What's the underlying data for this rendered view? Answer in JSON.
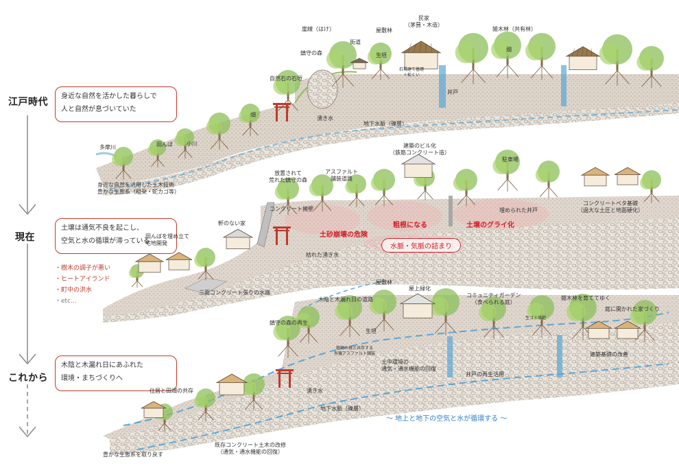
{
  "eras": {
    "edo": "江戸時代",
    "now": "現在",
    "future": "これから"
  },
  "notes": {
    "edo": [
      "身近な自然を活かした暮らしで",
      "人と自然が息づいていた"
    ],
    "now": [
      "土壌は通気不良を起こし、",
      "空気と水の循環が滞っている"
    ],
    "future": [
      "木陰と木漏れ日にあふれた",
      "環境・まちづくりへ"
    ]
  },
  "issues": [
    "・樹木の調子が悪い",
    "・ヒートアイランド",
    "・町中の洪水",
    "・etc..."
  ],
  "edo_labels": {
    "gake": "崖線（はけ）",
    "kaido": "街道",
    "yashikirin": "屋敷林",
    "minka": [
      "民家",
      "（茅葺・木造）"
    ],
    "zokibayashi": "雑木林（共有林）",
    "chinju": "鎮守の森",
    "ikegaki": "生垣",
    "ishigaki_kiso": [
      "石場建て基礎",
      "＋松くい"
    ],
    "hatake_top": "畑",
    "shizen_ishigaki": "自然石の石垣",
    "ido": "井戸",
    "hatake": "畑",
    "wakimizu": "湧き水",
    "chika_suimyaku": "地下水脈（礫層）",
    "tamboo": "田んぼ",
    "ogawa": "小川",
    "tamagawa": "多摩川",
    "doboku": [
      "身近な自然を活用した土木技術",
      "豊かな生態系（粗朶・蛇カゴ等）"
    ]
  },
  "now_labels": {
    "bldg": [
      "建築のビル化",
      "（鉄筋コンクリート造）"
    ],
    "parking": "駐車場",
    "hochi": [
      "放置されて",
      "荒れた鎮守の森"
    ],
    "asphalt": [
      "アスファルト",
      "舗装道路"
    ],
    "concrete_wall": "コンクリート擁壁",
    "nokinonai": "軒のない家",
    "taberi": [
      "田んぼを埋め立て",
      "宅地開発"
    ],
    "umerareta": "埋められた井戸",
    "beta_kiso": [
      "コンクリートベタ基礎",
      "（過大な土圧と地面硬化）"
    ],
    "kareta": "枯れた湧き水",
    "sanmen": "三面コンクリート張りの水路"
  },
  "now_warnings": {
    "hokai": "土砂崩壊の危険",
    "sokon": "粗根になる",
    "glei": "土壌のグライ化",
    "tsumari": "水脈・気脈の詰まり"
  },
  "future_labels": {
    "yashikirin": "屋敷林",
    "okujo": "屋上緑化",
    "komorebi": "木陰と木漏れ日の道路",
    "community": [
      "コミュニティガーデン",
      "（食べられる庭）"
    ],
    "zoki_sodate": "雑木林を育ててゆく",
    "niwa": "庭に開かれた家づくり",
    "namagomi": "生ゴミ堆肥",
    "chinju_saisei": "鎮守の森の再生",
    "ikegaki": "生垣",
    "shokubutsu": [
      "植物の根と共存する",
      "有機アスファルト舗装"
    ],
    "dochu": [
      "土中環境の",
      "通気・通水機能の回復"
    ],
    "ido_saisei": "井戸の再生活用",
    "kenchiku_kaizen": "建築基礎の改善",
    "jukyo": "住居と田畑の共存",
    "wakimizu": "湧き水",
    "chika": "地下水脈（礫層）",
    "junkan": "～ 地上と地下の空気と水が循環する ～",
    "kison": [
      "既存コンクリート土木の改修",
      "（通気・通水機能の回復）"
    ],
    "yutaka": "豊かな生態系を取り戻す"
  },
  "colors": {
    "accent_red": "#c0392b",
    "water_blue": "#5aa6d6",
    "tree_green": "#8cbf5a",
    "soil": "#b9a796"
  }
}
